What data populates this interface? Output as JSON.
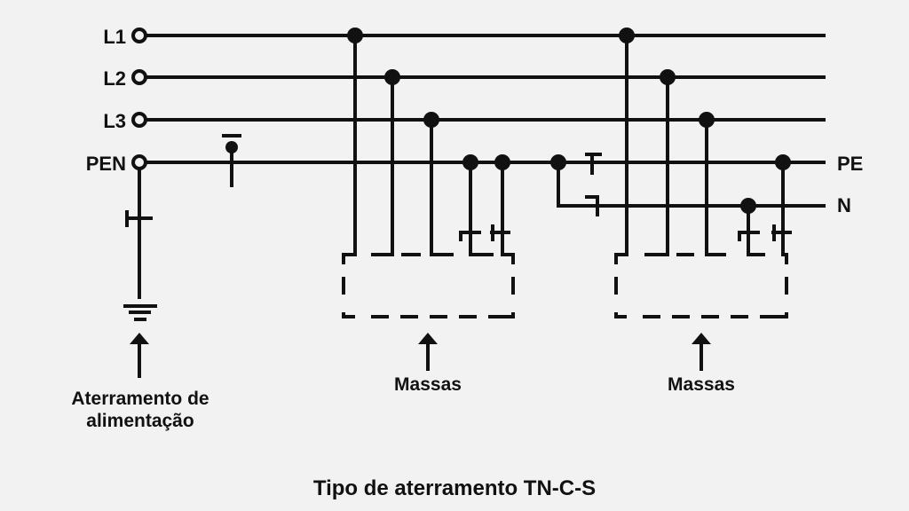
{
  "diagram": {
    "title": "Tipo de aterramento TN-C-S",
    "conductors_left": [
      {
        "id": "L1",
        "label": "L1"
      },
      {
        "id": "L2",
        "label": "L2"
      },
      {
        "id": "L3",
        "label": "L3"
      },
      {
        "id": "PEN",
        "label": "PEN"
      }
    ],
    "conductors_right": [
      {
        "id": "PE",
        "label": "PE"
      },
      {
        "id": "N",
        "label": "N"
      }
    ],
    "captions": {
      "supply_grounding": [
        "Aterramento de",
        "alimentação"
      ],
      "masses_1": "Massas",
      "masses_2": "Massas"
    },
    "colors": {
      "line": "#111111",
      "background": "#f2f2f2"
    }
  }
}
